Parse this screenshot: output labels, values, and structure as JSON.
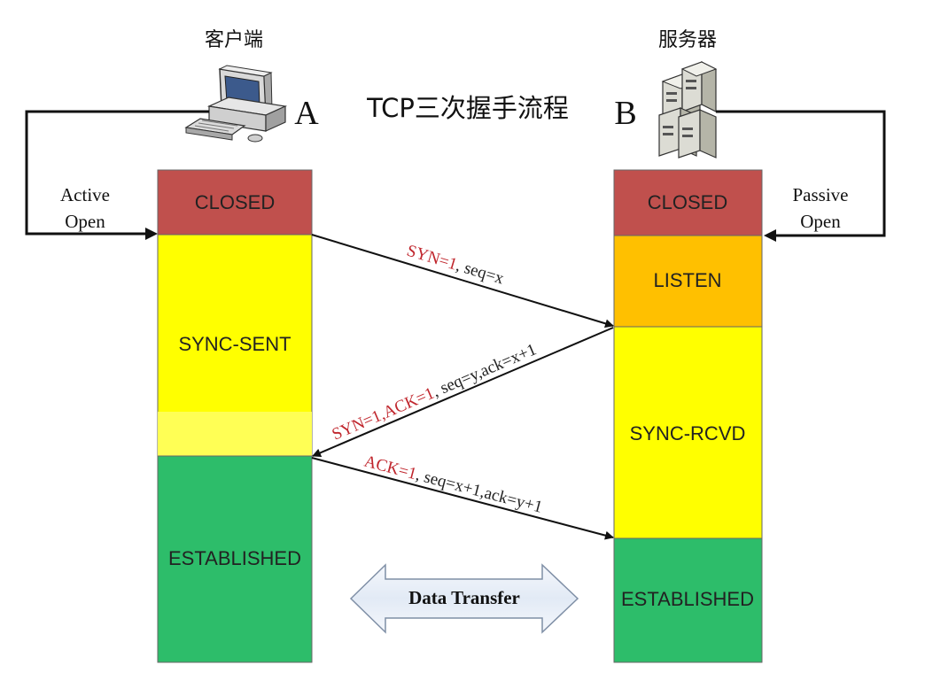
{
  "title": "TCP三次握手流程",
  "client": {
    "label": "客户端",
    "letter": "A",
    "open_line1": "Active",
    "open_line2": "Open"
  },
  "server": {
    "label": "服务器",
    "letter": "B",
    "open_line1": "Passive",
    "open_line2": "Open"
  },
  "client_states": [
    {
      "id": "closed",
      "label": "CLOSED",
      "color": "#c0504d"
    },
    {
      "id": "sync-sent",
      "label": "SYNC-SENT",
      "color": "#ffff00"
    },
    {
      "id": "established",
      "label": "ESTABLISHED",
      "color": "#2dbd6a"
    }
  ],
  "server_states": [
    {
      "id": "closed",
      "label": "CLOSED",
      "color": "#c0504d"
    },
    {
      "id": "listen",
      "label": "LISTEN",
      "color": "#ffc000"
    },
    {
      "id": "sync-rcvd",
      "label": "SYNC-RCVD",
      "color": "#ffff00"
    },
    {
      "id": "established",
      "label": "ESTABLISHED",
      "color": "#2dbd6a"
    }
  ],
  "messages": [
    {
      "red": "SYN=1",
      "black": ", seq=x"
    },
    {
      "red": "SYN=1,ACK=1",
      "black": ", seq=y,ack=x+1"
    },
    {
      "red": "ACK=1",
      "black": ", seq=x+1,ack=y+1"
    }
  ],
  "data_transfer": "Data Transfer",
  "colors": {
    "flag_red": "#c0262d",
    "arrow_fill": "#e6edf7"
  }
}
